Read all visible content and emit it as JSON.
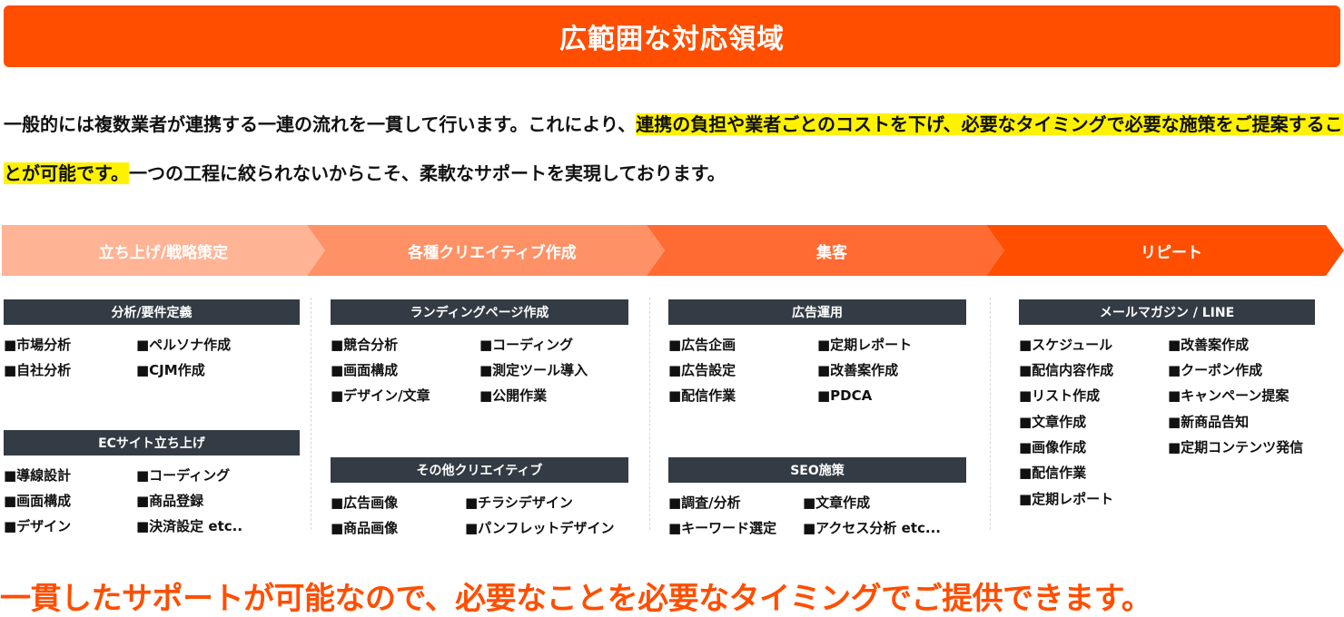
{
  "banner": {
    "title": "広範囲な対応領域"
  },
  "intro": {
    "part1": "一般的には複数業者が連携する一連の流れを一貫して行います。これにより、",
    "highlight": "連携の負担や業者ごとのコストを下げ、必要なタイミングで必要な施策をご提案することが可能です。",
    "part2": "一つの工程に絞られないからこそ、柔軟なサポートを実現しております。"
  },
  "steps": [
    "立ち上げ/戦略策定",
    "各種クリエイティブ作成",
    "集客",
    "リピート"
  ],
  "columns": [
    {
      "groups": [
        {
          "title": "分析/要件定義",
          "left": [
            "■市場分析",
            "■自社分析"
          ],
          "right": [
            "■ペルソナ作成",
            "■CJM作成"
          ]
        },
        {
          "title": "ECサイト立ち上げ",
          "left": [
            "■導線設計",
            "■画面構成",
            "■デザイン"
          ],
          "right": [
            "■コーディング",
            "■商品登録",
            "■決済設定 etc.."
          ]
        }
      ]
    },
    {
      "groups": [
        {
          "title": "ランディングページ作成",
          "left": [
            "■競合分析",
            "■画面構成",
            "■デザイン/文章"
          ],
          "right": [
            "■コーディング",
            "■測定ツール導入",
            "■公開作業"
          ]
        },
        {
          "title": "その他クリエイティブ",
          "left": [
            "■広告画像",
            "■商品画像"
          ],
          "right": [
            "■チラシデザイン",
            "■パンフレットデザイン"
          ]
        }
      ]
    },
    {
      "groups": [
        {
          "title": "広告運用",
          "left": [
            "■広告企画",
            "■広告設定",
            "■配信作業"
          ],
          "right": [
            "■定期レポート",
            "■改善案作成",
            "■PDCA"
          ]
        },
        {
          "title": "SEO施策",
          "left": [
            "■調査/分析",
            "■キーワード選定"
          ],
          "right": [
            "■文章作成",
            "■アクセス分析 etc..."
          ]
        }
      ]
    },
    {
      "groups": [
        {
          "title": "メールマガジン / LINE",
          "left": [
            "■スケジュール",
            "■配信内容作成",
            "■リスト作成",
            "■文章作成",
            "■画像作成",
            "■配信作業",
            "■定期レポート"
          ],
          "right": [
            "■改善案作成",
            "■クーポン作成",
            "■キャンペーン提案",
            "■新商品告知",
            "■定期コンテンツ発信"
          ]
        }
      ]
    }
  ],
  "tagline": "一貫したサポートが可能なので、必要なことを必要なタイミングでご提供できます。",
  "colors": {
    "accent": "#ff4e00",
    "highlight": "#fff200",
    "category_bg": "#333b44"
  }
}
